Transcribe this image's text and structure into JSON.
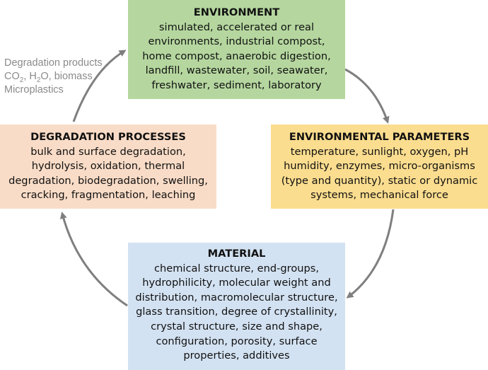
{
  "environment": {
    "title": "ENVIRONMENT",
    "body": "simulated, accelerated or real environments, industrial compost, home compost, anaerobic digestion, landfill, wastewater, soil, seawater, freshwater, sediment, laboratory"
  },
  "environmental_parameters": {
    "title": "ENVIRONMENTAL PARAMETERS",
    "body": "temperature, sunlight, oxygen, pH humidity, enzymes, micro-organisms (type and quantity), static or dynamic systems, mechanical force"
  },
  "material": {
    "title": "MATERIAL",
    "body": "chemical structure, end-groups, hydrophilicity, molecular weight and distribution, macromolecular structure, glass transition, degree of crystallinity, crystal structure, size and shape, configuration, porosity, surface properties, additives"
  },
  "degradation_processes": {
    "title": "DEGRADATION PROCESSES",
    "body": "bulk and surface degradation, hydrolysis, oxidation, thermal degradation, biodegradation, swelling, cracking, fragmentation, leaching"
  },
  "degradation_products": {
    "line1": "Degradation products",
    "line2_a": "CO",
    "line2_sub_a": "2",
    "line2_b": ", H",
    "line2_sub_b": "2",
    "line2_c": "O, biomass",
    "line3": "Microplastics"
  },
  "colors": {
    "environment": "#b5d79f",
    "environmental_parameters": "#fbdd8f",
    "material": "#d3e2f2",
    "degradation_processes": "#f9dcc7",
    "arrow": "#7f7f7f",
    "note_text": "#8a8a8a"
  }
}
